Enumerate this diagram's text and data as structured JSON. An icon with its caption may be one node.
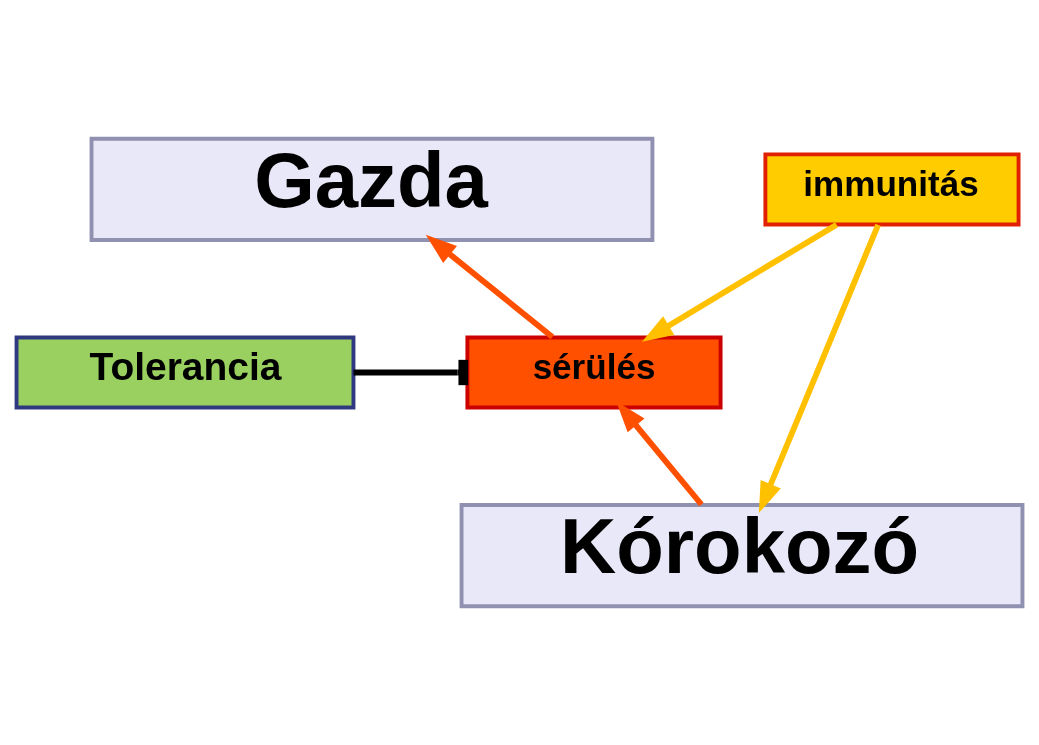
{
  "diagram": {
    "nodes": [
      {
        "text": [
          "Gazda"
        ]
      },
      {
        "text": [
          "immunitás"
        ]
      },
      {
        "text": [
          "sérülés"
        ]
      },
      {
        "text": [
          "Tolerancia"
        ]
      },
      {
        "text": [
          "Kórokozó"
        ]
      }
    ],
    "edges": [
      {
        "from": 2,
        "to": 0,
        "arrow": "to",
        "color": "#ff5000"
      },
      {
        "from": 1,
        "to": 4,
        "arrow": "to",
        "color": "#ffc000"
      },
      {
        "from": 1,
        "to": 2,
        "arrow": "to",
        "color": "#ffc000"
      },
      {
        "from": 3,
        "to": 2,
        "arrow": "other",
        "color": "#000000"
      },
      {
        "from": 4,
        "to": 2,
        "arrow": "to",
        "color": "#ff5000"
      }
    ]
  }
}
